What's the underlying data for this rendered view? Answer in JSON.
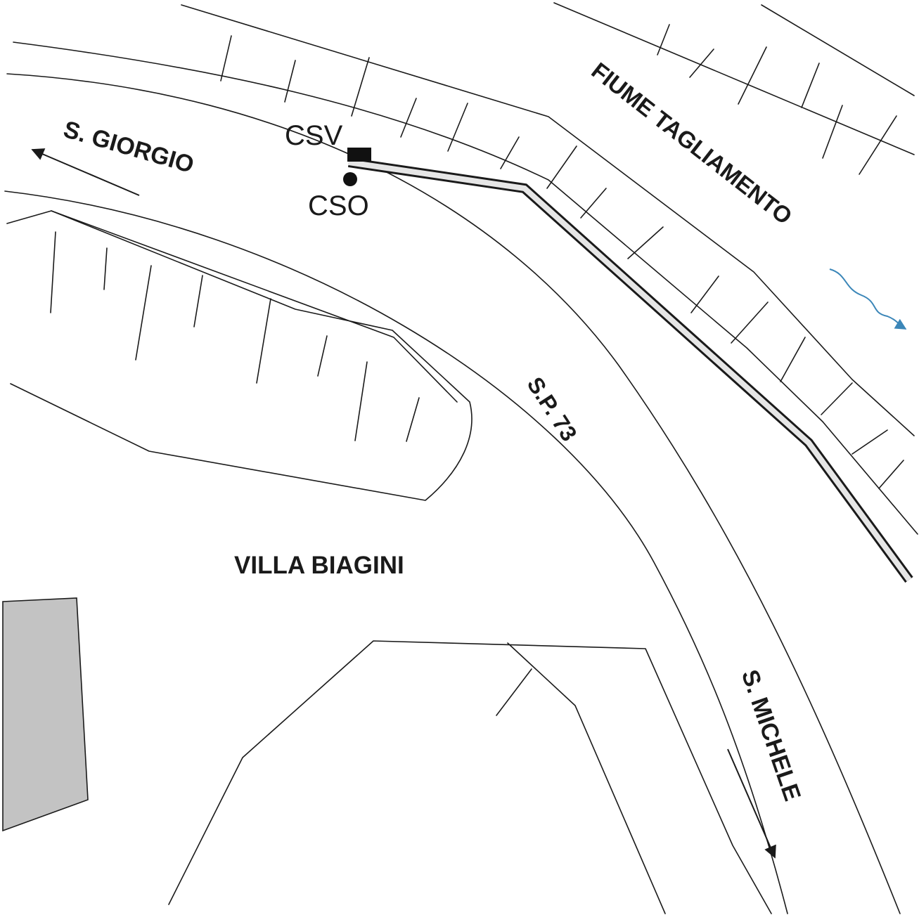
{
  "labels": {
    "river": "FIUME TAGLIAMENTO",
    "road": "S.P. 73",
    "west_direction": "S. GIORGIO",
    "south_direction": "S. MICHELE",
    "village": "VILLA BIAGINI",
    "csv_station": "CSV",
    "cso_station": "CSO"
  },
  "colors": {
    "line": "#1a1a1a",
    "pipeline_fill": "#e6e6e6",
    "building_fill": "#c3c3c3",
    "flow_arrow": "#3b86b8"
  },
  "icons": {
    "flow": "river-flow-arrow-icon",
    "west": "arrow-left-icon",
    "south": "arrow-down-icon",
    "csv": "csv-square-marker-icon",
    "cso": "cso-dot-marker-icon"
  }
}
